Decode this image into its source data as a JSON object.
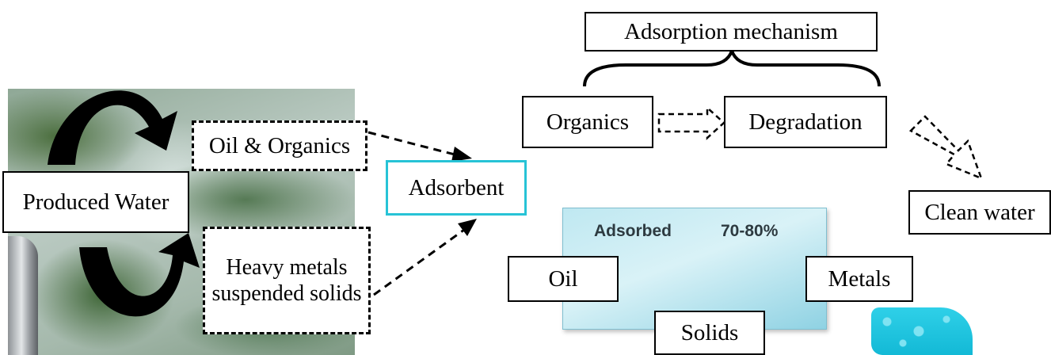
{
  "diagram": {
    "source": {
      "label": "Produced Water"
    },
    "contaminants": [
      {
        "label": "Oil & Organics"
      },
      {
        "label": "Heavy metals suspended solids"
      }
    ],
    "adsorbent": {
      "label": "Adsorbent"
    },
    "mechanism": {
      "title": "Adsorption mechanism",
      "organics": "Organics",
      "degradation": "Degradation"
    },
    "adsorbed": {
      "label": "Adsorbed",
      "percent": "70-80%",
      "items": [
        "Oil",
        "Metals",
        "Solids"
      ]
    },
    "output": {
      "label": "Clean water"
    },
    "colors": {
      "adsorbent_border": "#27c3d6",
      "panel_fill": "#bfe8f1",
      "sponge": "#13b9d6"
    }
  }
}
